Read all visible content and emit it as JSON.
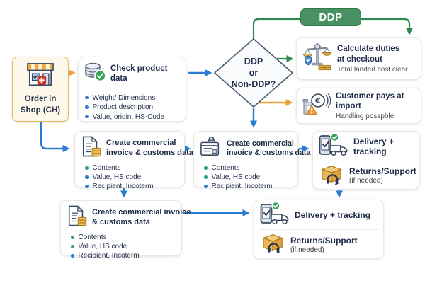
{
  "colors": {
    "arrow_blue": "#2b7cd3",
    "arrow_green": "#2f8a50",
    "arrow_orange": "#eaa33c",
    "ddp_fill": "#479163",
    "ddp_border": "#2d7a47",
    "text_navy": "#1e2b49",
    "order_bg": "#fdf8ea",
    "order_border": "#e3b964",
    "bullet_blue": "#2b7cd3",
    "bullet_teal": "#2f9e8f"
  },
  "flow": {
    "ddp_badge": {
      "label": "DDP"
    },
    "order_shop": {
      "icon": "shop-swiss-icon",
      "line1": "Order in",
      "line2": "Shop (CH)"
    },
    "check_product": {
      "icon": "database-check-icon",
      "title": "Check product data",
      "bullets": [
        "Weight/ Dimensions",
        "Product description",
        "Value, origin, HS-Code"
      ]
    },
    "decision": {
      "line1": "DDP",
      "line2": "or",
      "line3": "Non-DDP?"
    },
    "calculate_duties": {
      "icon": "scale-shield-icon",
      "title1": "Calculate duties",
      "title2": "at checkout",
      "subtitle": "Total landed cost clear"
    },
    "customer_pays": {
      "icon": "euro-warning-icon",
      "title1": "Customer pays at",
      "title2": "import",
      "subtitle": "Handling posspble"
    },
    "invoice_left": {
      "icon": "document-coins-icon",
      "title1": "Create commercial",
      "title2": "invoice & customs data",
      "bullets": [
        "Contents",
        "Value, HS code",
        "Recipient, Incoterm"
      ]
    },
    "invoice_center": {
      "icon": "form-lock-icon",
      "title1": "Create commercial",
      "title2": "invoice & customs data",
      "bullets": [
        "Contents",
        "Value, HS code",
        "Recipient, Incoterm"
      ]
    },
    "invoice_bottom": {
      "icon": "document-coins-icon",
      "title1": "Create commercial invoice",
      "title2": "& customs data",
      "bullets": [
        "Contents",
        "Value, HS code",
        "Recipient, Incoterm"
      ]
    },
    "delivery_mid": {
      "delivery_icon": "phone-truck-check-icon",
      "delivery_label": "Delivery + tracking",
      "returns_icon": "package-headset-icon",
      "returns_label": "Returns/Support",
      "returns_note": "(if needed)"
    },
    "delivery_bottom": {
      "delivery_icon": "phone-truck-check-icon",
      "delivery_label": "Delivery + tracking",
      "returns_icon": "package-headset-icon",
      "returns_label": "Returns/Support",
      "returns_note": "(if needed)"
    },
    "euro_glyph": "€"
  }
}
